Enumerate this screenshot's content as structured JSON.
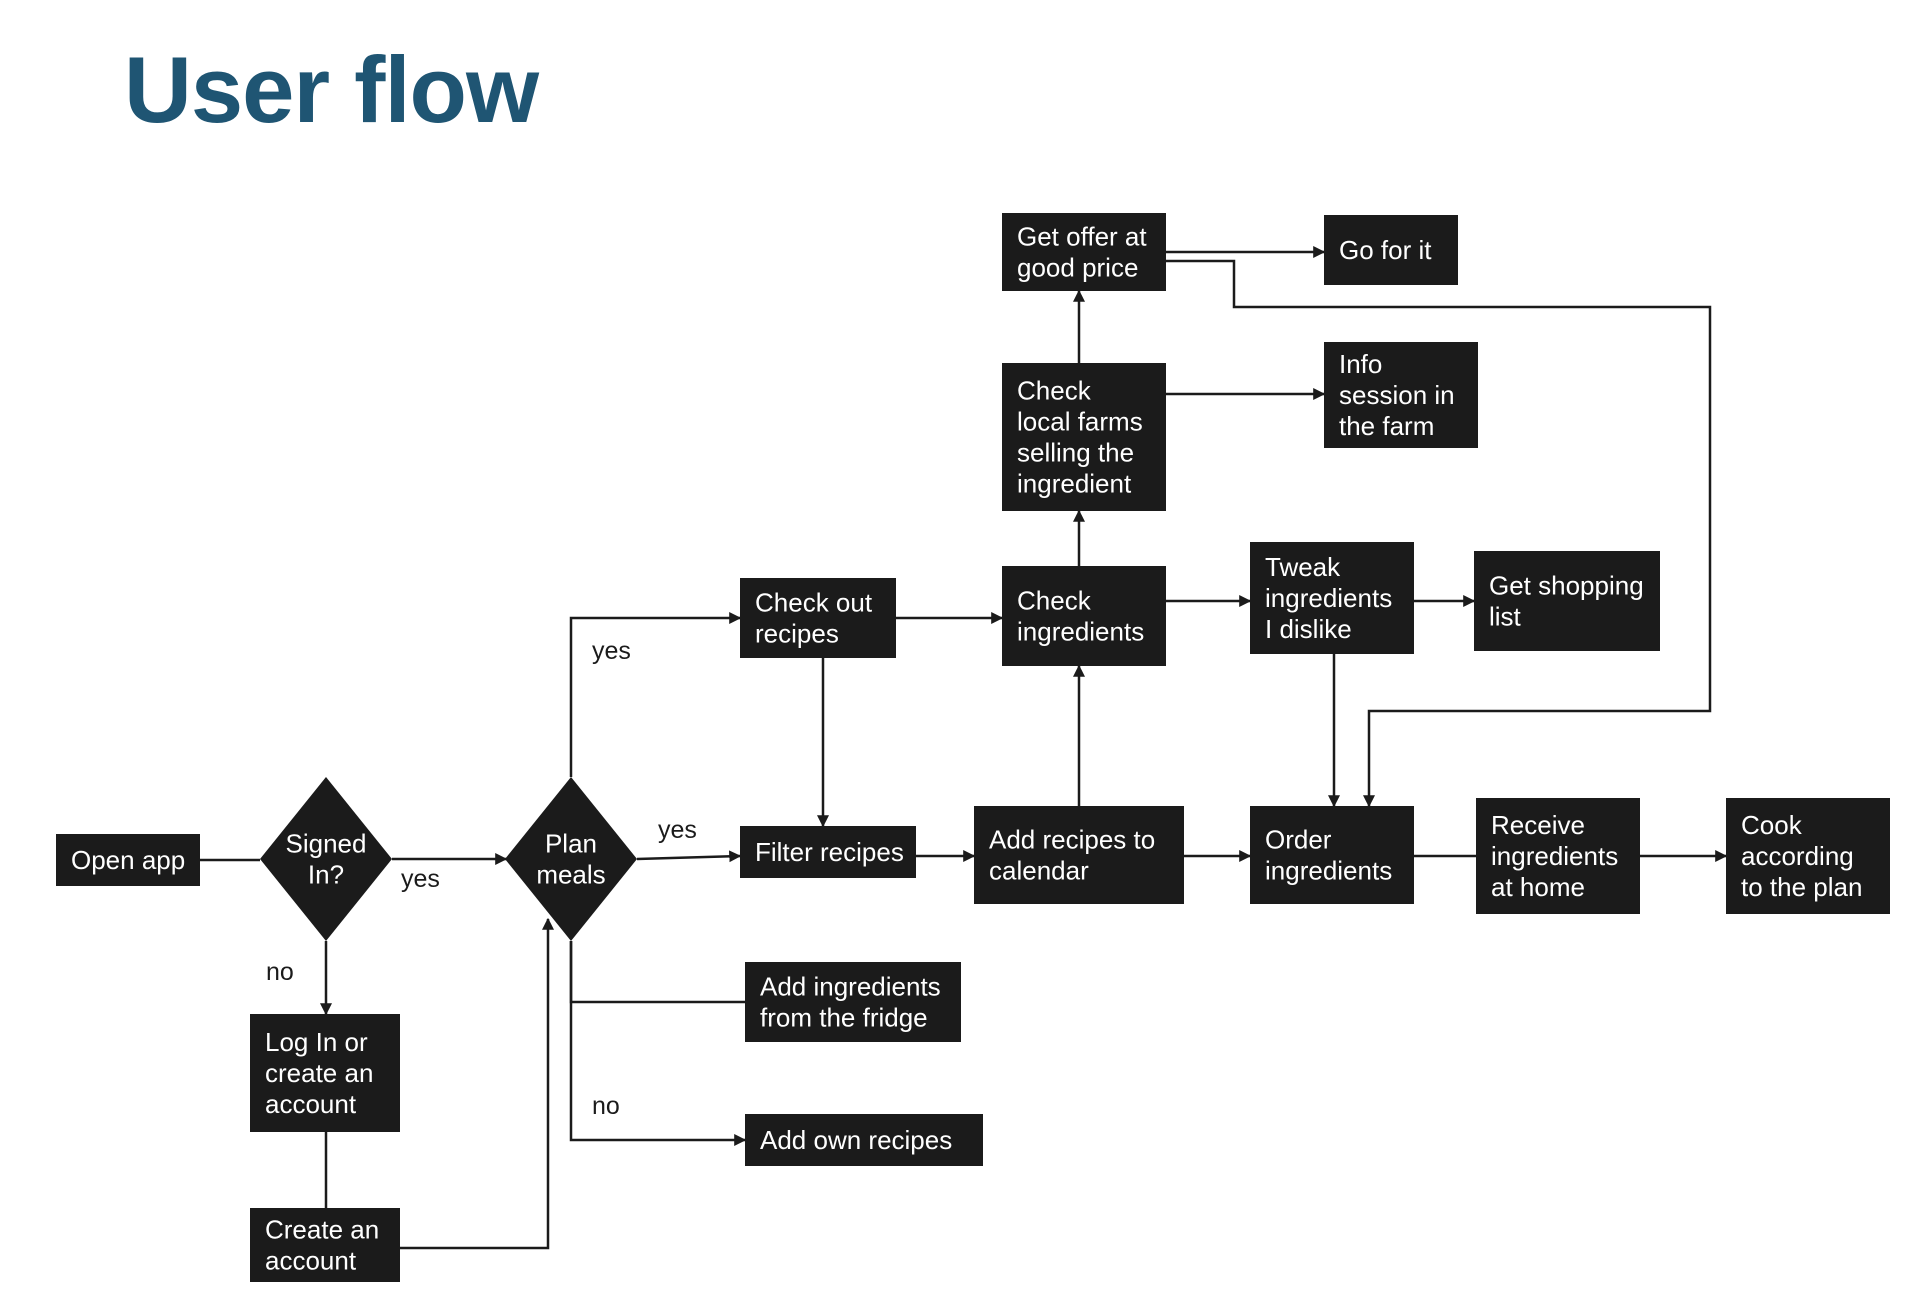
{
  "title": "User flow",
  "colors": {
    "title": "#1f5573",
    "node": "#1b1b1b",
    "node_text": "#ffffff",
    "line": "#1b1b1b"
  },
  "nodes": {
    "open_app": {
      "shape": "rect",
      "lines": [
        "Open app"
      ]
    },
    "signed_in": {
      "shape": "diamond",
      "lines": [
        "Signed",
        "In?"
      ]
    },
    "log_in": {
      "shape": "rect",
      "lines": [
        "Log In or",
        "create an",
        "account"
      ]
    },
    "create_account": {
      "shape": "rect",
      "lines": [
        "Create an",
        "account"
      ]
    },
    "plan_meals": {
      "shape": "diamond",
      "lines": [
        "Plan",
        "meals"
      ]
    },
    "check_out_recipes": {
      "shape": "rect",
      "lines": [
        "Check out",
        "recipes"
      ]
    },
    "filter_recipes": {
      "shape": "rect",
      "lines": [
        "Filter recipes"
      ]
    },
    "add_ingredients_fridge": {
      "shape": "rect",
      "lines": [
        "Add ingredients",
        "from the fridge"
      ]
    },
    "add_own_recipes": {
      "shape": "rect",
      "lines": [
        "Add own recipes"
      ]
    },
    "add_to_calendar": {
      "shape": "rect",
      "lines": [
        "Add recipes to",
        "calendar"
      ]
    },
    "check_ingredients": {
      "shape": "rect",
      "lines": [
        "Check",
        "ingredients"
      ]
    },
    "check_local_farms": {
      "shape": "rect",
      "lines": [
        "Check",
        "local farms",
        "selling the",
        "ingredient"
      ]
    },
    "get_offer": {
      "shape": "rect",
      "lines": [
        "Get offer at",
        "good price"
      ]
    },
    "go_for_it": {
      "shape": "rect",
      "lines": [
        "Go for it"
      ]
    },
    "info_session": {
      "shape": "rect",
      "lines": [
        "Info",
        "session in",
        "the farm"
      ]
    },
    "tweak_ingredients": {
      "shape": "rect",
      "lines": [
        "Tweak",
        "ingredients",
        "I dislike"
      ]
    },
    "get_shopping_list": {
      "shape": "rect",
      "lines": [
        "Get shopping",
        "list"
      ]
    },
    "order_ingredients": {
      "shape": "rect",
      "lines": [
        "Order",
        "ingredients"
      ]
    },
    "receive_ingredients": {
      "shape": "rect",
      "lines": [
        "Receive",
        "ingredients",
        "at home"
      ]
    },
    "cook": {
      "shape": "rect",
      "lines": [
        "Cook",
        "according",
        "to the plan"
      ]
    }
  },
  "edges": [
    {
      "from": "open_app",
      "to": "signed_in",
      "label": "",
      "arrow": false
    },
    {
      "from": "signed_in",
      "to": "plan_meals",
      "label": "yes",
      "arrow": true
    },
    {
      "from": "signed_in",
      "to": "log_in",
      "label": "no",
      "arrow": true
    },
    {
      "from": "log_in",
      "to": "create_account",
      "label": "",
      "arrow": false
    },
    {
      "from": "create_account",
      "to": "plan_meals",
      "label": "",
      "arrow": true
    },
    {
      "from": "plan_meals",
      "to": "check_out_recipes",
      "label": "yes",
      "arrow": true
    },
    {
      "from": "plan_meals",
      "to": "filter_recipes",
      "label": "yes",
      "arrow": true
    },
    {
      "from": "plan_meals",
      "to": "add_ingredients_fridge",
      "label": "",
      "arrow": false
    },
    {
      "from": "plan_meals",
      "to": "add_own_recipes",
      "label": "no",
      "arrow": true
    },
    {
      "from": "check_out_recipes",
      "to": "filter_recipes",
      "label": "",
      "arrow": true
    },
    {
      "from": "check_out_recipes",
      "to": "check_ingredients",
      "label": "",
      "arrow": true
    },
    {
      "from": "filter_recipes",
      "to": "add_to_calendar",
      "label": "",
      "arrow": true
    },
    {
      "from": "add_to_calendar",
      "to": "check_ingredients",
      "label": "",
      "arrow": true
    },
    {
      "from": "add_to_calendar",
      "to": "order_ingredients",
      "label": "",
      "arrow": true
    },
    {
      "from": "check_ingredients",
      "to": "check_local_farms",
      "label": "",
      "arrow": true
    },
    {
      "from": "check_ingredients",
      "to": "tweak_ingredients",
      "label": "",
      "arrow": true
    },
    {
      "from": "check_local_farms",
      "to": "get_offer",
      "label": "",
      "arrow": true
    },
    {
      "from": "check_local_farms",
      "to": "info_session",
      "label": "",
      "arrow": true
    },
    {
      "from": "get_offer",
      "to": "go_for_it",
      "label": "",
      "arrow": true
    },
    {
      "from": "get_offer",
      "to": "order_ingredients",
      "label": "",
      "arrow": true
    },
    {
      "from": "tweak_ingredients",
      "to": "get_shopping_list",
      "label": "",
      "arrow": true
    },
    {
      "from": "tweak_ingredients",
      "to": "order_ingredients",
      "label": "",
      "arrow": true
    },
    {
      "from": "order_ingredients",
      "to": "receive_ingredients",
      "label": "",
      "arrow": false
    },
    {
      "from": "receive_ingredients",
      "to": "cook",
      "label": "",
      "arrow": true
    }
  ]
}
